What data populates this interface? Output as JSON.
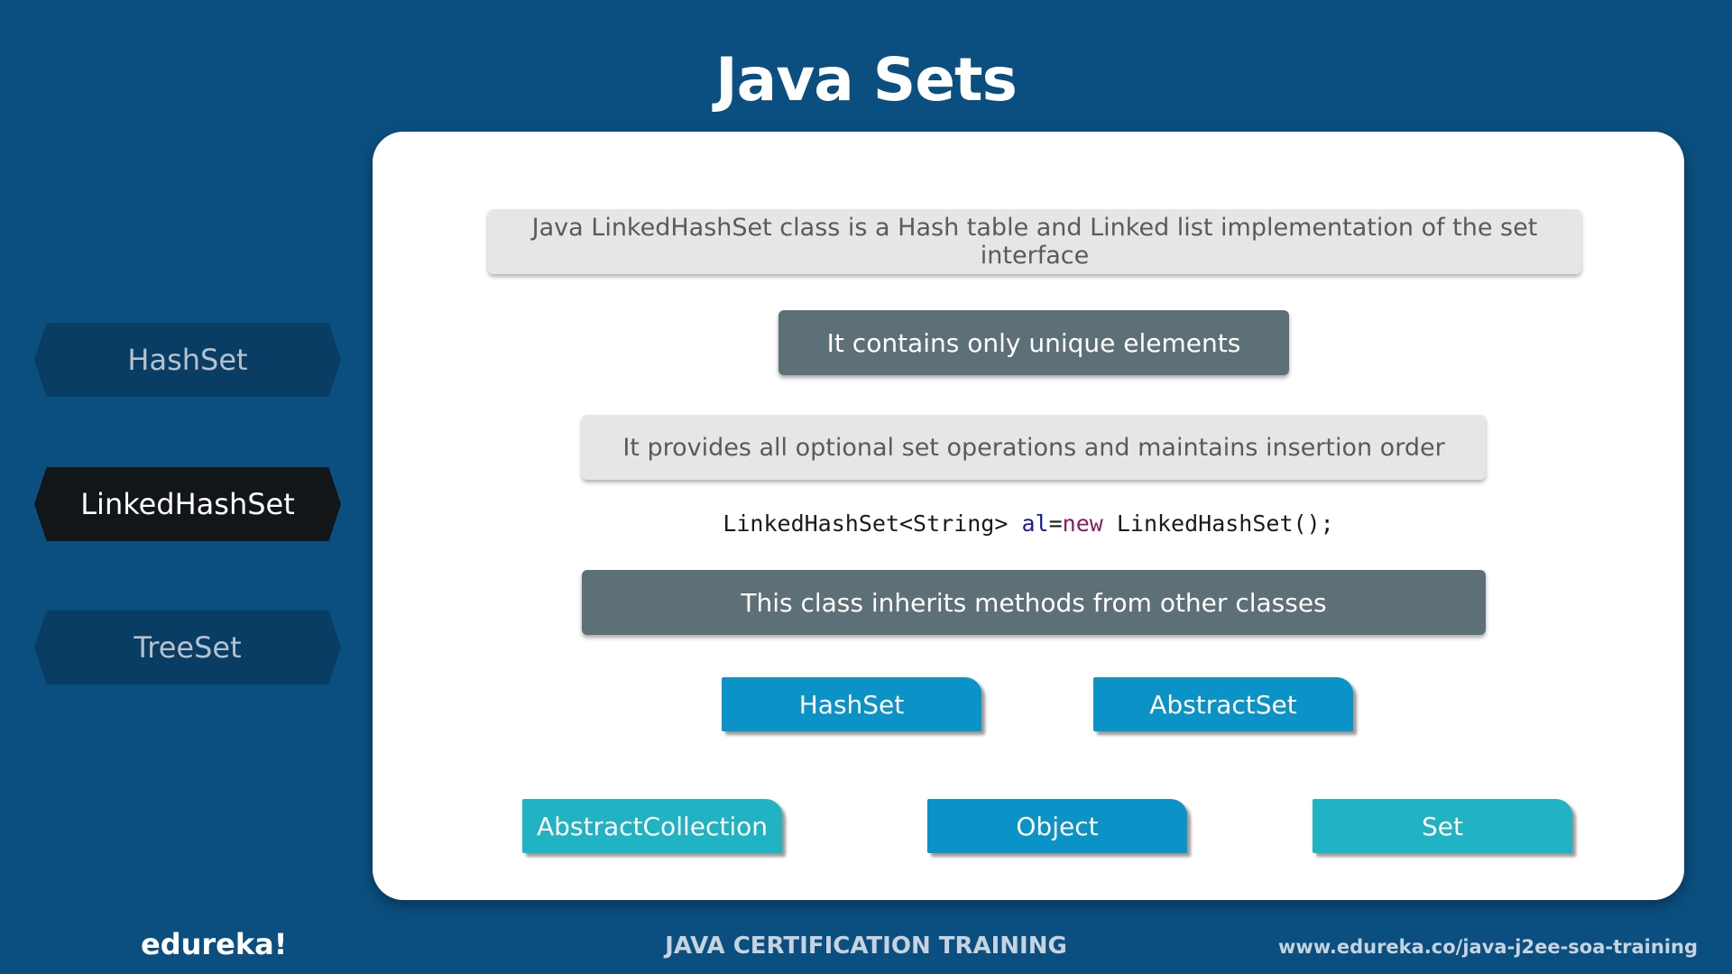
{
  "title": "Java Sets",
  "nav": {
    "items": [
      {
        "label": "HashSet",
        "active": false
      },
      {
        "label": "LinkedHashSet",
        "active": true
      },
      {
        "label": "TreeSet",
        "active": false
      }
    ]
  },
  "panel": {
    "description": "Java LinkedHashSet class is a Hash table and Linked list implementation of the set interface",
    "point_unique": "It contains only unique elements",
    "point_operations": "It provides all optional set operations and maintains insertion order",
    "code": {
      "type_part": "LinkedHashSet<String> ",
      "var_part": "al",
      "eq_part": "=",
      "kw_part": "new",
      "ctor_part": " LinkedHashSet();"
    },
    "inherits": "This class inherits methods from other classes",
    "classes": {
      "row1": [
        "HashSet",
        "AbstractSet"
      ],
      "row2": [
        "AbstractCollection",
        "Object",
        "Set"
      ]
    }
  },
  "footer": {
    "logo": "edureka!",
    "course": "JAVA CERTIFICATION TRAINING",
    "url": "www.edureka.co/java-j2ee-soa-training"
  },
  "colors": {
    "background": "#0b4f80",
    "nav_inactive": "#0a3d63",
    "nav_active": "#131619",
    "panel": "#ffffff",
    "light_box": "#e6e6e6",
    "dark_box": "#5e7077",
    "chip_blue": "#0b93c7",
    "chip_teal": "#1fb3c4"
  }
}
